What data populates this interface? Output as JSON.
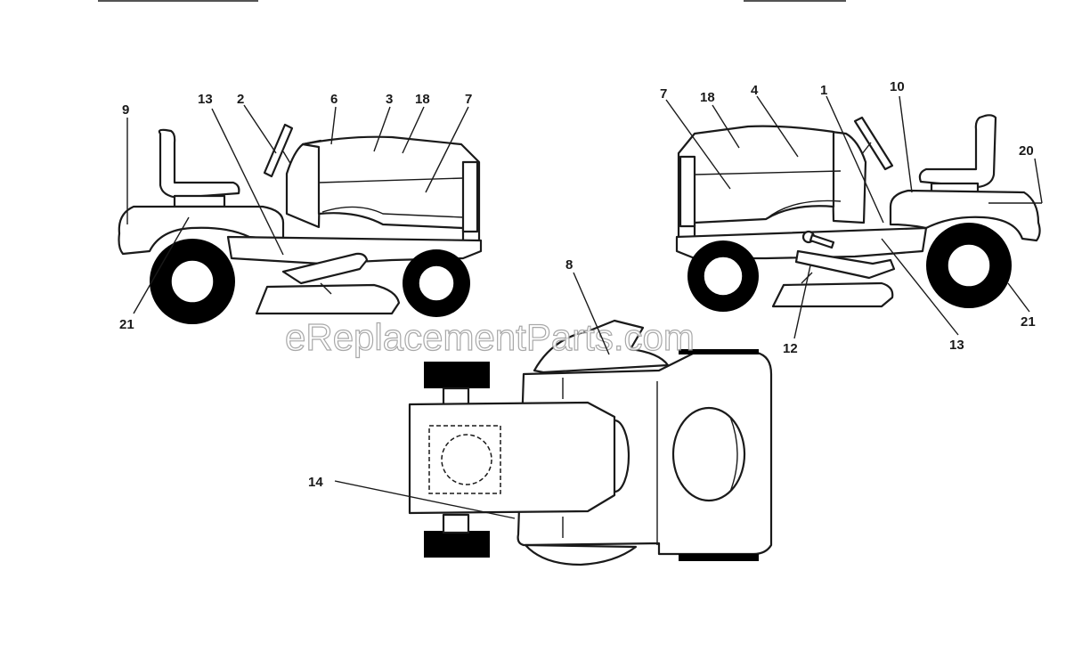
{
  "watermark": "eReplacementParts.com",
  "callouts": {
    "left": {
      "c9": "9",
      "c13": "13",
      "c2": "2",
      "c6": "6",
      "c3": "3",
      "c18": "18",
      "c7": "7",
      "c21": "21"
    },
    "right": {
      "c7": "7",
      "c18": "18",
      "c4": "4",
      "c1": "1",
      "c10": "10",
      "c20": "20",
      "c21": "21",
      "c12": "12",
      "c13": "13"
    },
    "top": {
      "c8": "8",
      "c14": "14"
    }
  }
}
